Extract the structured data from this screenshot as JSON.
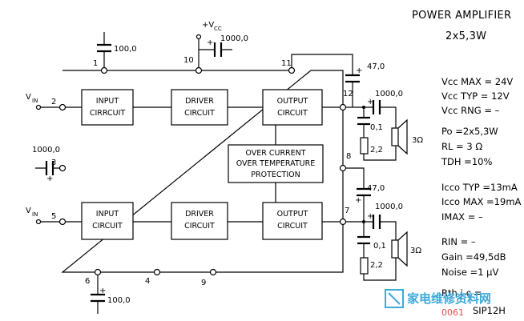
{
  "title": {
    "line1": "POWER AMPLIFIER",
    "line2": "2x5,3W"
  },
  "blocks": {
    "input_top": [
      "INPUT",
      "CIRRCUIT"
    ],
    "driver_top": [
      "DRIVER",
      "CIRCUIT"
    ],
    "output_top": [
      "OUTPUT",
      "CIRCUIT"
    ],
    "protection": [
      "OVER CURRENT",
      "OVER TEMPERATURE",
      "PROTECTION"
    ],
    "input_bottom": [
      "INPUT",
      "CIRCUIT"
    ],
    "driver_bottom": [
      "DRIVER",
      "CIRCUIT"
    ],
    "output_bottom": [
      "OUTPUT",
      "CIRCUIT"
    ]
  },
  "pins": [
    "1",
    "2",
    "3",
    "4",
    "5",
    "6",
    "7",
    "8",
    "9",
    "10",
    "11",
    "12"
  ],
  "labels": {
    "vin": "V",
    "vin_sub": "IN",
    "vcc": "+V",
    "vcc_sub": "CC",
    "cap_pin1": "100,0",
    "cap_pin10": "1000,0",
    "cap_pin3": "1000,0",
    "cap_pin6": "100,0",
    "cap_top_470": "47,0",
    "cap_top_out": "1000,0",
    "cap_top_01": "0,1",
    "res_top": "2,2",
    "spk_top": "3Ω",
    "cap_bot_470": "47,0",
    "cap_bot_out": "1000,0",
    "cap_bot_01": "0,1",
    "res_bot": "2,2",
    "spk_bot": "3Ω",
    "plus": "+"
  },
  "specs": [
    "Vcc MAX = 24V",
    "Vcc TYP = 12V",
    "Vcc RNG = –",
    "Po  =2x5,3W",
    "RL  = 3 Ω",
    "TDH =10%",
    "Icco TYP =13mA",
    "Icco MAX =19mA",
    "IMAX  =  –",
    "RIN  =  –",
    "Gain =49,5dB",
    "Noise =1 μV",
    "Rth j-c =",
    "SIP12H"
  ],
  "watermark": {
    "text": "家电维修资料网",
    "sub": "0061"
  }
}
